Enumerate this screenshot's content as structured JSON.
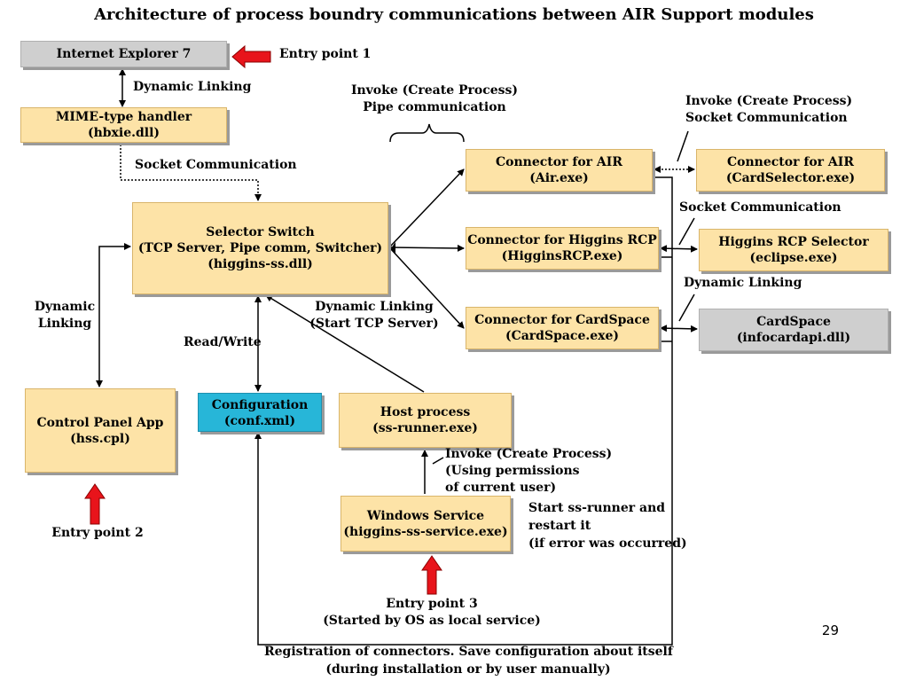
{
  "title": "Architecture of process boundry communications between AIR Support modules",
  "page_number": "29",
  "boxes": {
    "ie7": {
      "line1": "Internet Explorer 7"
    },
    "mime": {
      "line1": "MIME-type handler",
      "line2": "(hbxie.dll)"
    },
    "selector": {
      "line1": "Selector Switch",
      "line2": "(TCP Server, Pipe comm, Switcher)",
      "line3": "(higgins-ss.dll)"
    },
    "conn_air": {
      "line1": "Connector for AIR",
      "line2": "(Air.exe)"
    },
    "conn_higgins": {
      "line1": "Connector for Higgins RCP",
      "line2": "(HigginsRCP.exe)"
    },
    "conn_cardspace": {
      "line1": "Connector for CardSpace",
      "line2": "(CardSpace.exe)"
    },
    "card_selector": {
      "line1": "Connector for AIR",
      "line2": "(CardSelector.exe)"
    },
    "higgins_rcp": {
      "line1": "Higgins RCP Selector",
      "line2": "(eclipse.exe)"
    },
    "cardspace": {
      "line1": "CardSpace",
      "line2": "(infocardapi.dll)"
    },
    "control_panel": {
      "line1": "Control Panel App",
      "line2": "(hss.cpl)"
    },
    "configuration": {
      "line1": "Configuration",
      "line2": "(conf.xml)"
    },
    "host_process": {
      "line1": "Host process",
      "line2": "(ss-runner.exe)"
    },
    "windows_service": {
      "line1": "Windows Service",
      "line2": "(higgins-ss-service.exe)"
    }
  },
  "labels": {
    "entry1": "Entry point 1",
    "entry2": "Entry point 2",
    "entry3_l1": "Entry point 3",
    "entry3_l2": "(Started by OS as local service)",
    "dyn_link_top": "Dynamic Linking",
    "socket_comm_left": "Socket Communication",
    "invoke_pipe_l1": "Invoke (Create Process)",
    "invoke_pipe_l2": "Pipe communication",
    "invoke_socket_l1": "Invoke (Create Process)",
    "invoke_socket_l2": "Socket Communication",
    "socket_comm_right": "Socket Communication",
    "dyn_link_right": "Dynamic Linking",
    "dyn_link_left_l1": "Dynamic",
    "dyn_link_left_l2": "Linking",
    "read_write": "Read/Write",
    "dyn_link_tcp_l1": "Dynamic Linking",
    "dyn_link_tcp_l2": "(Start TCP Server)",
    "invoke_perm_l1": "Invoke (Create Process)",
    "invoke_perm_l2": "(Using permissions",
    "invoke_perm_l3": "of current user)",
    "restart_l1": "Start ss-runner and",
    "restart_l2": "restart it",
    "restart_l3": "(if error was occurred)",
    "registration_l1": "Registration of connectors. Save configuration about itself",
    "registration_l2": "(during installation or by user manually)"
  },
  "colors": {
    "box_fill": "#fde3a7",
    "gray_fill": "#cfcfcf",
    "config_fill": "#27b6d8",
    "entry_arrow": "#e8141b"
  }
}
